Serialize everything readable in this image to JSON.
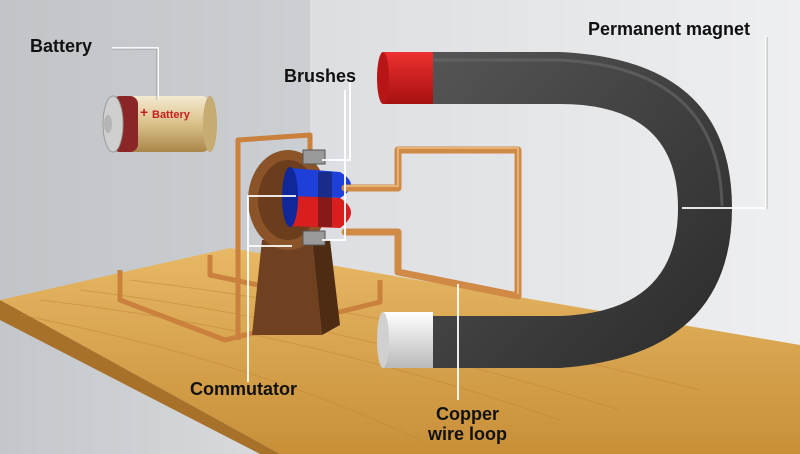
{
  "labels": {
    "battery": "Battery",
    "permanent_magnet": "Permanent magnet",
    "brushes": "Brushes",
    "commutator": "Commutator",
    "copper_wire_loop_line1": "Copper",
    "copper_wire_loop_line2": "wire loop"
  },
  "battery_print": {
    "plus_sign": "+",
    "text": "Battery"
  },
  "colors": {
    "wall": "#d8dadd",
    "table": "#d9a54a",
    "magnet_body": "#3a3a3a",
    "magnet_north": "#d21e1e",
    "magnet_south": "#e8e8e8",
    "copper": "#d08a45",
    "commutator_blue": "#1e3fd8",
    "commutator_red": "#d81e1e",
    "wood_stand": "#7a4a22",
    "leader_line": "#ffffff"
  }
}
